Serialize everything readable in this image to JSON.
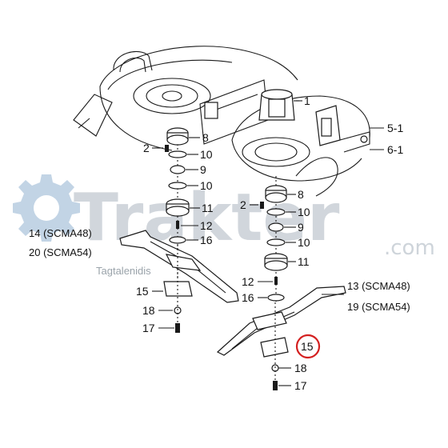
{
  "watermark": {
    "brand": "Trakter",
    "domain": ".com",
    "tagline": "Tagtalenidis",
    "brand_color": "#c9d0d6",
    "gear_color": "#b7cde0"
  },
  "callouts": {
    "p1": "1",
    "p2_left": "2",
    "p2_right": "2",
    "p5": "5-1",
    "p6": "6-1",
    "p8_left": "8",
    "p8_right": "8",
    "p9_left": "9",
    "p9_right": "9",
    "p10_left_a": "10",
    "p10_left_b": "10",
    "p10_right_a": "10",
    "p10_right_b": "10",
    "p11_left": "11",
    "p11_right": "11",
    "p12_left": "12",
    "p12_right": "12",
    "p16_left": "16",
    "p16_right": "16",
    "p15_left": "15",
    "p15_right": "15",
    "p18_left": "18",
    "p18_right": "18",
    "p17_left": "17",
    "p17_right": "17",
    "blade_left_a": "14 (SCMA48)",
    "blade_left_b": "20 (SCMA54)",
    "blade_right_a": "13 (SCMA48)",
    "blade_right_b": "19 (SCMA54)"
  },
  "highlight": {
    "part": "15",
    "color": "#d42020"
  }
}
